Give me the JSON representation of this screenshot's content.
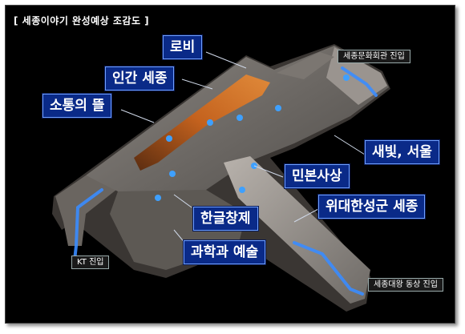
{
  "title": "[ 세종이야기 완성예상 조감도 ]",
  "zones": {
    "lobby": "로비",
    "human_sejong": "인간 세종",
    "communication": "소통의 뜰",
    "saebit_seoul": "새빛, 서울",
    "minbon": "민본사상",
    "great_king": "위대한성군 세종",
    "hangul": "한글창제",
    "science_art": "과학과 예술"
  },
  "entrances": {
    "sejong_center": "세종문화회관 진입",
    "kt": "KT 진입",
    "statue": "세종대왕 동상 진입"
  },
  "colors": {
    "label_bg": "#0a2a88",
    "label_border": "#6fa0ff",
    "path": "#3a8cff",
    "orange_floor": "#c4621e"
  }
}
